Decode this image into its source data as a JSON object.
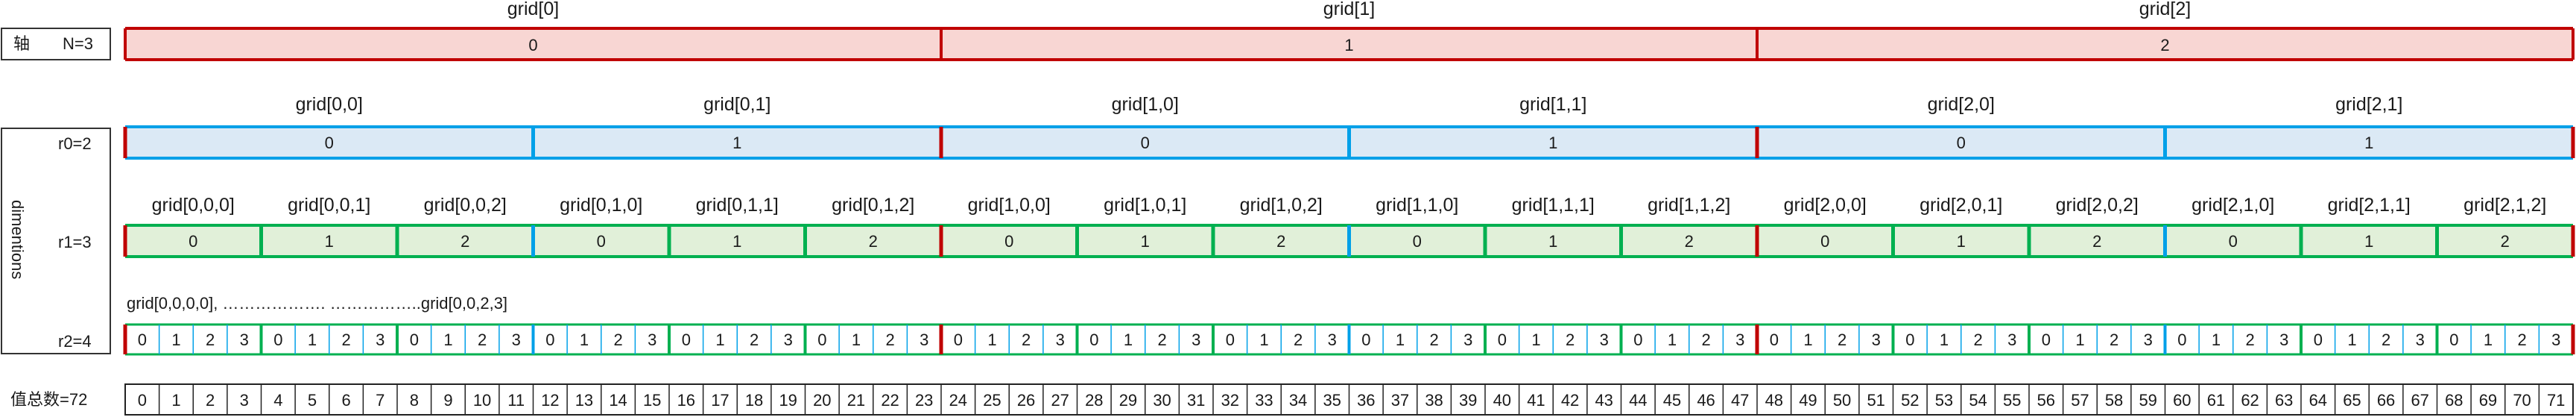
{
  "axis_label": "轴",
  "n_label": "N=3",
  "dimensions_label": "dimentions",
  "r0_label": "r0=2",
  "r1_label": "r1=3",
  "r2_label": "r2=4",
  "total_label": "值总数=72",
  "range_note": "grid[0,0,0,0],  ……………….       ……………..grid[0,0,2,3]",
  "colors": {
    "red": "#c00000",
    "blue": "#00a0e8",
    "green": "#00b050",
    "level0_fill": "#f8d6d3",
    "level1_fill": "#dbe9f5",
    "level2_fill": "#e1f0d9",
    "level3_fill": "#ffffff",
    "total_fill": "#ffffff"
  },
  "level0": {
    "titles": [
      "grid[0]",
      "grid[1]",
      "grid[2]"
    ],
    "values": [
      "0",
      "1",
      "2"
    ]
  },
  "level1": {
    "titles": [
      "grid[0,0]",
      "grid[0,1]",
      "grid[1,0]",
      "grid[1,1]",
      "grid[2,0]",
      "grid[2,1]"
    ],
    "values": [
      "0",
      "1",
      "0",
      "1",
      "0",
      "1"
    ]
  },
  "level2": {
    "titles": [
      "grid[0,0,0]",
      "grid[0,0,1]",
      "grid[0,0,2]",
      "grid[0,1,0]",
      "grid[0,1,1]",
      "grid[0,1,2]",
      "grid[1,0,0]",
      "grid[1,0,1]",
      "grid[1,0,2]",
      "grid[1,1,0]",
      "grid[1,1,1]",
      "grid[1,1,2]",
      "grid[2,0,0]",
      "grid[2,0,1]",
      "grid[2,0,2]",
      "grid[2,1,0]",
      "grid[2,1,1]",
      "grid[2,1,2]"
    ],
    "values": [
      "0",
      "1",
      "2",
      "0",
      "1",
      "2",
      "0",
      "1",
      "2",
      "0",
      "1",
      "2",
      "0",
      "1",
      "2",
      "0",
      "1",
      "2"
    ]
  },
  "level3": {
    "values": [
      "0",
      "1",
      "2",
      "3",
      "0",
      "1",
      "2",
      "3",
      "0",
      "1",
      "2",
      "3",
      "0",
      "1",
      "2",
      "3",
      "0",
      "1",
      "2",
      "3",
      "0",
      "1",
      "2",
      "3",
      "0",
      "1",
      "2",
      "3",
      "0",
      "1",
      "2",
      "3",
      "0",
      "1",
      "2",
      "3",
      "0",
      "1",
      "2",
      "3",
      "0",
      "1",
      "2",
      "3",
      "0",
      "1",
      "2",
      "3",
      "0",
      "1",
      "2",
      "3",
      "0",
      "1",
      "2",
      "3",
      "0",
      "1",
      "2",
      "3",
      "0",
      "1",
      "2",
      "3",
      "0",
      "1",
      "2",
      "3",
      "0",
      "1",
      "2",
      "3"
    ]
  },
  "totals": {
    "values": [
      "0",
      "1",
      "2",
      "3",
      "4",
      "5",
      "6",
      "7",
      "8",
      "9",
      "10",
      "11",
      "12",
      "13",
      "14",
      "15",
      "16",
      "17",
      "18",
      "19",
      "20",
      "21",
      "22",
      "23",
      "24",
      "25",
      "26",
      "27",
      "28",
      "29",
      "30",
      "31",
      "32",
      "33",
      "34",
      "35",
      "36",
      "37",
      "38",
      "39",
      "40",
      "41",
      "42",
      "43",
      "44",
      "45",
      "46",
      "47",
      "48",
      "49",
      "50",
      "51",
      "52",
      "53",
      "54",
      "55",
      "56",
      "57",
      "58",
      "59",
      "60",
      "61",
      "62",
      "63",
      "64",
      "65",
      "66",
      "67",
      "68",
      "69",
      "70",
      "71"
    ]
  }
}
